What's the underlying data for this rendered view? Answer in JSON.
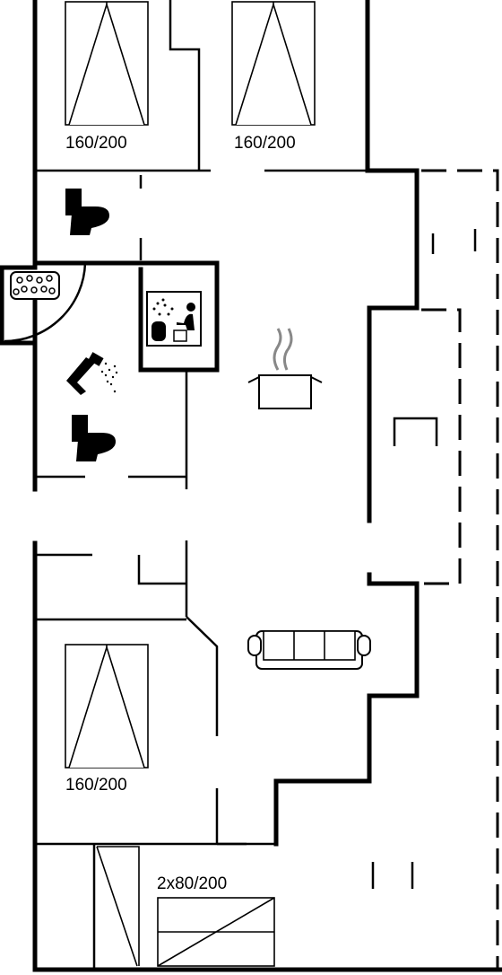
{
  "plan": {
    "labels": {
      "bed_top_left": "160/200",
      "bed_top_right": "160/200",
      "bed_bottom_left": "160/200",
      "bunk_bottom": "2x80/200"
    }
  }
}
